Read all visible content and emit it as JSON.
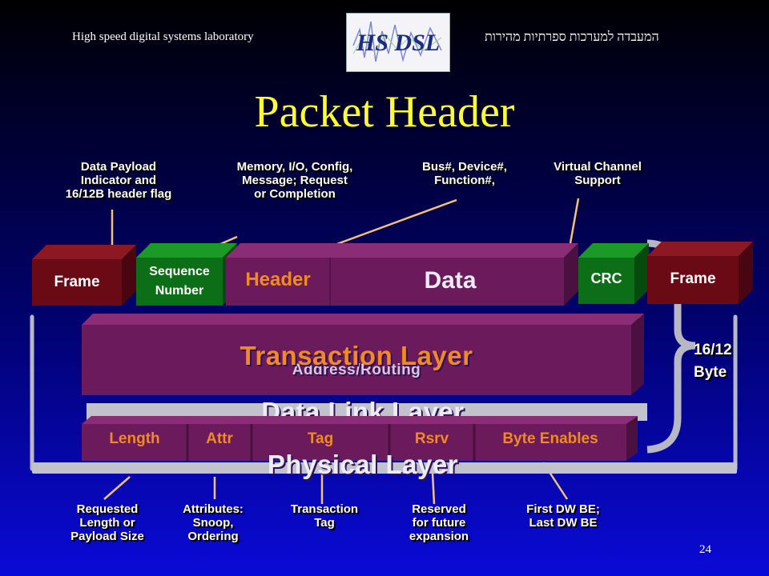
{
  "header": {
    "lab_english": "High speed digital systems laboratory",
    "lab_hebrew": "המעבדה למערכות ספרתיות מהירות",
    "logo_text": "HS DSL"
  },
  "title": "Packet Header",
  "packet": {
    "frame_left": "Frame",
    "sequence": "Sequence Number",
    "header": "Header",
    "data": "Data",
    "crc": "CRC",
    "frame_right": "Frame"
  },
  "layers": {
    "transaction": "Transaction Layer",
    "transaction_overlap": "Address/Routing",
    "data_link": "Data Link Layer",
    "physical": "Physical Layer"
  },
  "fields": {
    "length": "Length",
    "attr": "Attr",
    "tag": "Tag",
    "rsrv": "Rsrv",
    "byte_enables": "Byte Enables"
  },
  "size_note": {
    "line1": "16/12",
    "line2": "Byte"
  },
  "top_annotations": {
    "payload": [
      "Data Payload",
      "Indicator and",
      "16/12B header flag"
    ],
    "type": [
      "Memory, I/O, Config,",
      "Message; Request",
      "or Completion"
    ],
    "bus": [
      "Bus#, Device#,",
      "Function#,"
    ],
    "vc": [
      "Virtual Channel",
      "Support"
    ]
  },
  "bottom_annotations": {
    "length": [
      "Requested",
      "Length or",
      "Payload Size"
    ],
    "attr": [
      "Attributes:",
      "Snoop,",
      "Ordering"
    ],
    "tag": [
      "Transaction",
      "Tag"
    ],
    "rsrv": [
      "Reserved",
      "for future",
      "expansion"
    ],
    "be": [
      "First DW BE;",
      "Last DW BE"
    ]
  },
  "page_number": "24",
  "colors": {
    "frame_box": "#6a0a14",
    "sequence_box": "#0c6e16",
    "crc_box": "#0c6e16",
    "purple_box": "#6b1a5c",
    "layer_orange": "#f08a22",
    "layer_text_light": "#ececf4",
    "annotation_line": "#f2c27a"
  }
}
